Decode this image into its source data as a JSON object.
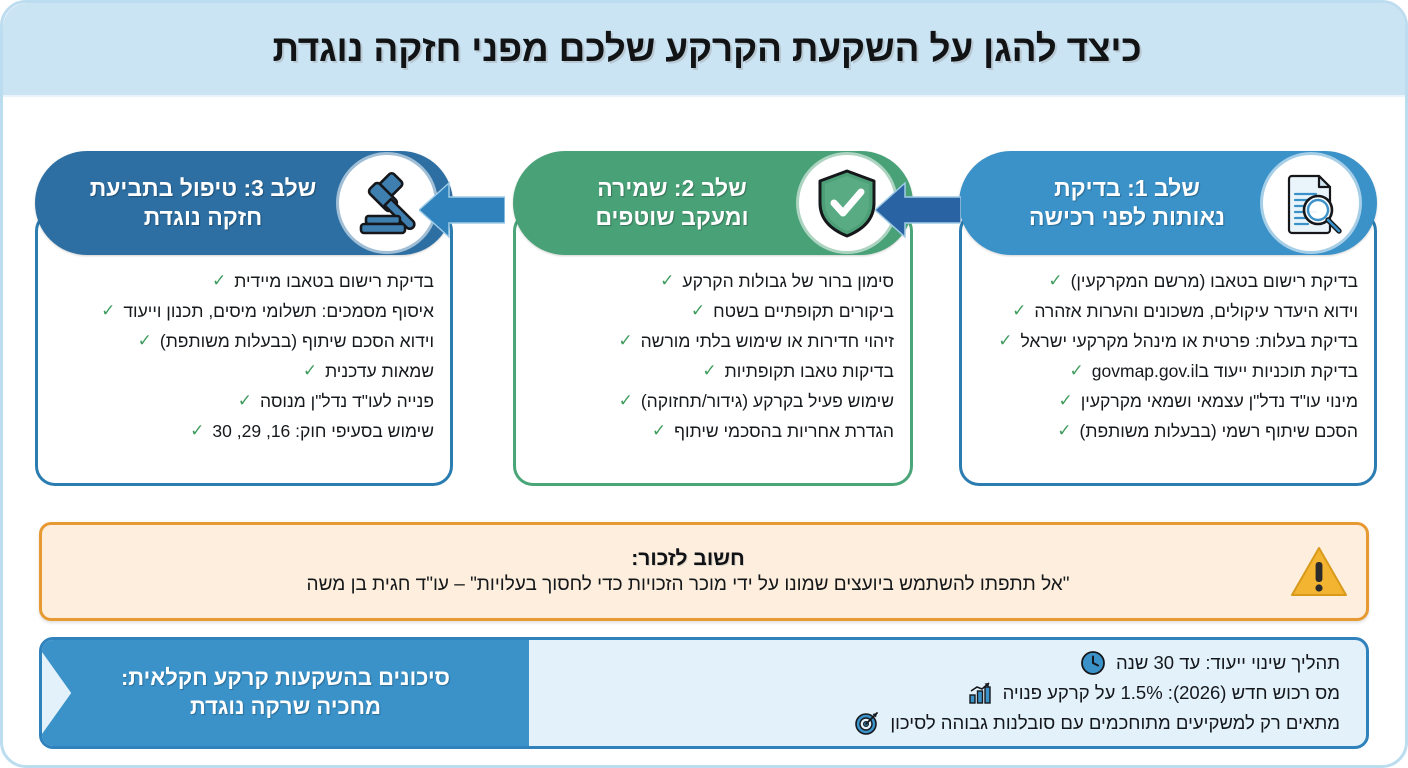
{
  "header": {
    "title": "כיצד להגן על השקעת הקרקע שלכם מפני חזקה נוגדת"
  },
  "colors": {
    "header_bg": "#cbe4f4",
    "stage1_blue": "#3a92c9",
    "stage2_green": "#49a177",
    "stage3_blue": "#2d6fa2",
    "arrow_blue_dark": "#2a63a3",
    "arrow_blue_light": "#2f82bb",
    "check_green": "#3f9c5e",
    "warning_bg": "#fdeedd",
    "warning_border": "#e79a33",
    "warning_icon": "#f2b431",
    "risks_bg": "#e3f1fa",
    "risks_border": "#2f82bb",
    "page_border": "#bcdcf0"
  },
  "stages": [
    {
      "id": "stage-1",
      "title": "שלב 1: בדיקת\nנאותות לפני רכישה",
      "title_line1": "שלב 1: בדיקת",
      "title_line2": "נאותות לפני רכישה",
      "icon": "document-magnifier-icon",
      "items": [
        "בדיקת רישום בטאבו (מרשם המקרקעין)",
        "וידוא היעדר עיקולים, משכונים והערות אזהרה",
        "בדיקת בעלות: פרטית או מינהל מקרקעי ישראל",
        "בדיקת תוכניות ייעוד בgovmap.gov.il",
        "מינוי עו\"ד נדל\"ן עצמאי ושמאי מקרקעין",
        "הסכם שיתוף רשמי (בבעלות משותפת)"
      ]
    },
    {
      "id": "stage-2",
      "title": "שלב 2: שמירה\nומעקב שוטפים",
      "title_line1": "שלב 2: שמירה",
      "title_line2": "ומעקב שוטפים",
      "icon": "shield-check-icon",
      "items": [
        "סימון ברור של גבולות הקרקע",
        "ביקורים תקופתיים בשטח",
        "זיהוי חדירות או שימוש בלתי מורשה",
        "בדיקות טאבו תקופתיות",
        "שימוש פעיל בקרקע (גידור/תחזוקה)",
        "הגדרת אחריות בהסכמי שיתוף"
      ]
    },
    {
      "id": "stage-3",
      "title": "שלב 3: טיפול בתביעת\nחזקה נוגדת",
      "title_line1": "שלב 3: טיפול בתביעת",
      "title_line2": "חזקה נוגדת",
      "icon": "gavel-icon",
      "items": [
        "בדיקת רישום בטאבו מיידית",
        "איסוף מסמכים: תשלומי מיסים, תכנון וייעוד",
        "וידוא הסכם שיתוף (בבעלות משותפת)",
        "שמאות עדכנית",
        "פנייה לעו\"ד נדל\"ן מנוסה",
        "שימוש בסעיפי חוק: 16, 29, 30"
      ]
    }
  ],
  "warning": {
    "icon": "warning-triangle-icon",
    "title": "חשוב לזכור:",
    "body": "\"אל תתפתו להשתמש ביועצים שמונו על ידי מוכר הזכויות כדי לחסוך בעלויות\" – עו\"ד חגית בן משה"
  },
  "risks": {
    "label_line1": "סיכונים בהשקעות קרקע חקלאית:",
    "label_line2": "מחכיה שרקה נוגדת",
    "items": [
      {
        "icon": "clock-icon",
        "text": "תהליך שינוי ייעוד: עד 30 שנה"
      },
      {
        "icon": "bar-chart-icon",
        "text": "מס רכוש חדש (2026): 1.5% על קרקע פנויה"
      },
      {
        "icon": "target-icon",
        "text": "מתאים רק למשקיעים מתוחכמים עם סובלנות גבוהה לסיכון"
      }
    ]
  }
}
